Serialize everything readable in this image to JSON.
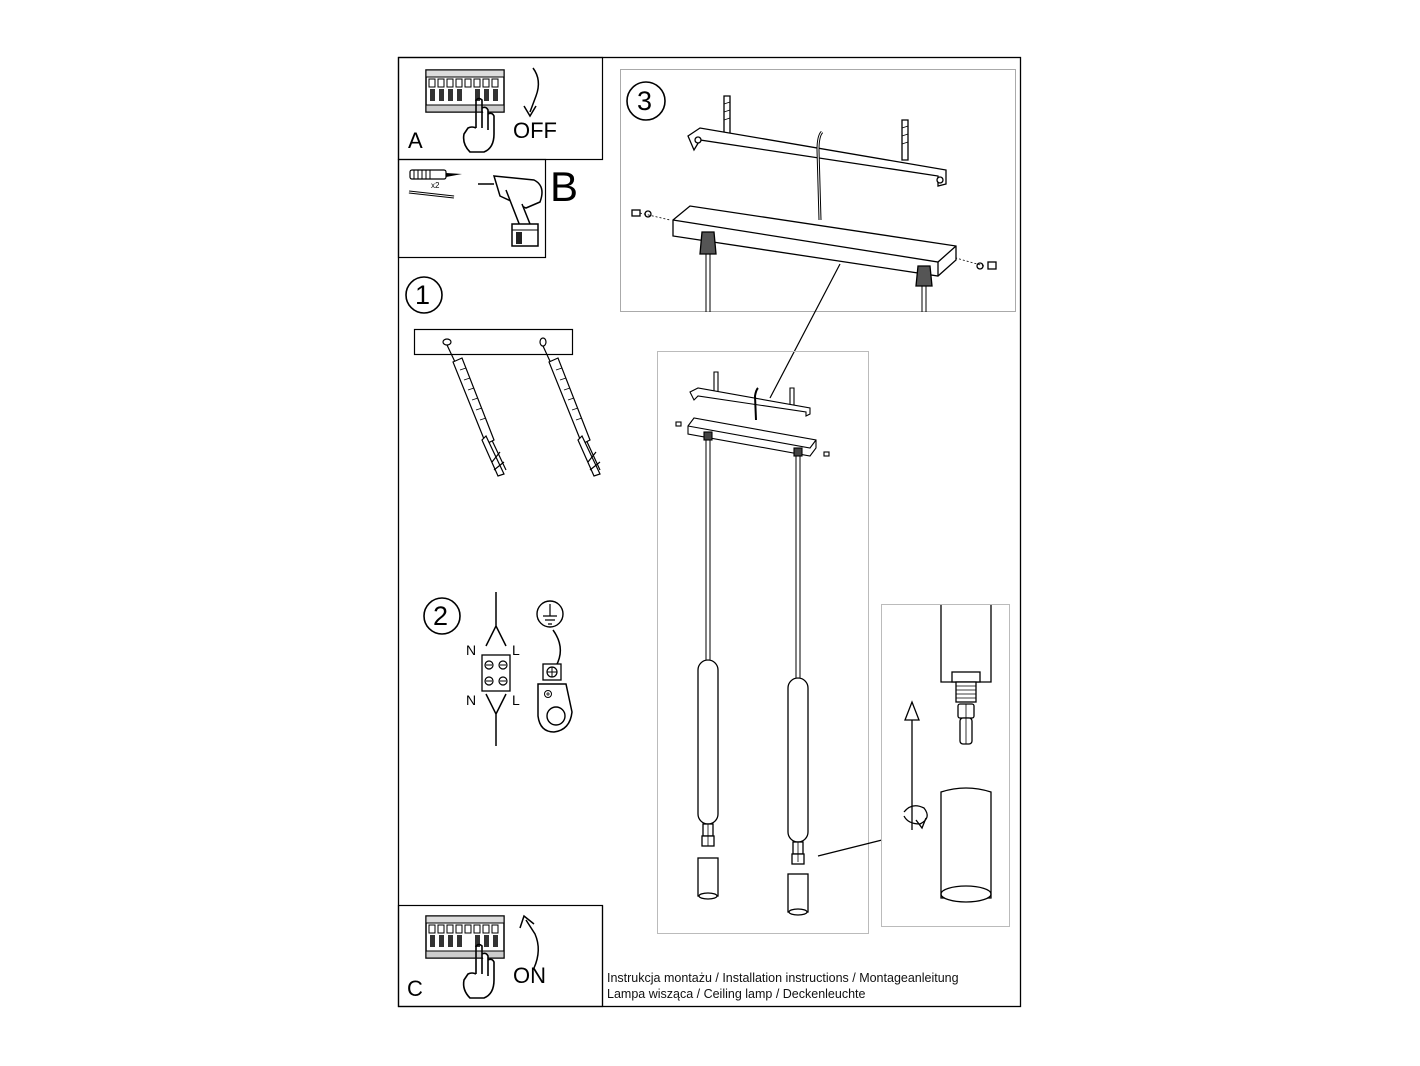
{
  "panels": {
    "a": {
      "letter": "A",
      "action": "OFF"
    },
    "b": {
      "letter": "B",
      "quantity": "x2"
    },
    "c": {
      "letter": "C",
      "action": "ON"
    }
  },
  "steps": {
    "one": "1",
    "two": "2",
    "three": "3"
  },
  "wiring": {
    "neutral_top": "N",
    "live_top": "L",
    "neutral_bottom": "N",
    "live_bottom": "L"
  },
  "caption": {
    "line1": "Instrukcja montażu / Installation instructions / Montageanleitung",
    "line2": "Lampa wisząca / Ceiling lamp / Deckenleuchte"
  },
  "icons": {
    "breaker": "circuit-breaker-icon",
    "hand": "hand-icon",
    "drill": "drill-icon",
    "dowel": "wall-plug-icon",
    "earth": "earth-ground-icon"
  }
}
